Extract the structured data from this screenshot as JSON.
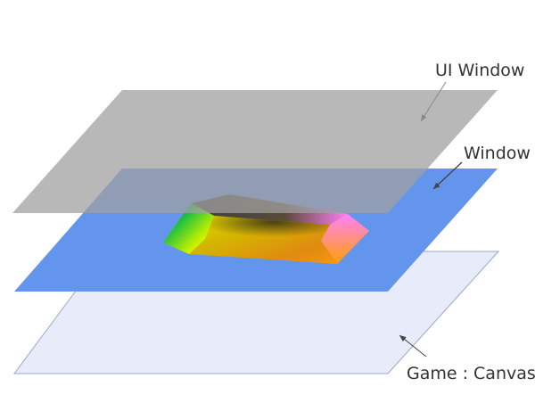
{
  "layers": [
    {
      "id": "ui-window",
      "label": "UI Window",
      "fill": "#b4b4b4"
    },
    {
      "id": "window",
      "label": "Window",
      "fill": "#6495ed"
    },
    {
      "id": "canvas",
      "label": "Game : Canvas",
      "fill": "#e8ecfa",
      "stroke": "#9aa8c8"
    }
  ],
  "colors": {
    "arrow": "#8a8a8a",
    "window_arrow": "#444444",
    "text": "#333333",
    "object_colors": [
      "#ffff00",
      "#ffa500",
      "#ff80ff",
      "#3a3a3a",
      "#00c000",
      "#4040ff"
    ]
  }
}
